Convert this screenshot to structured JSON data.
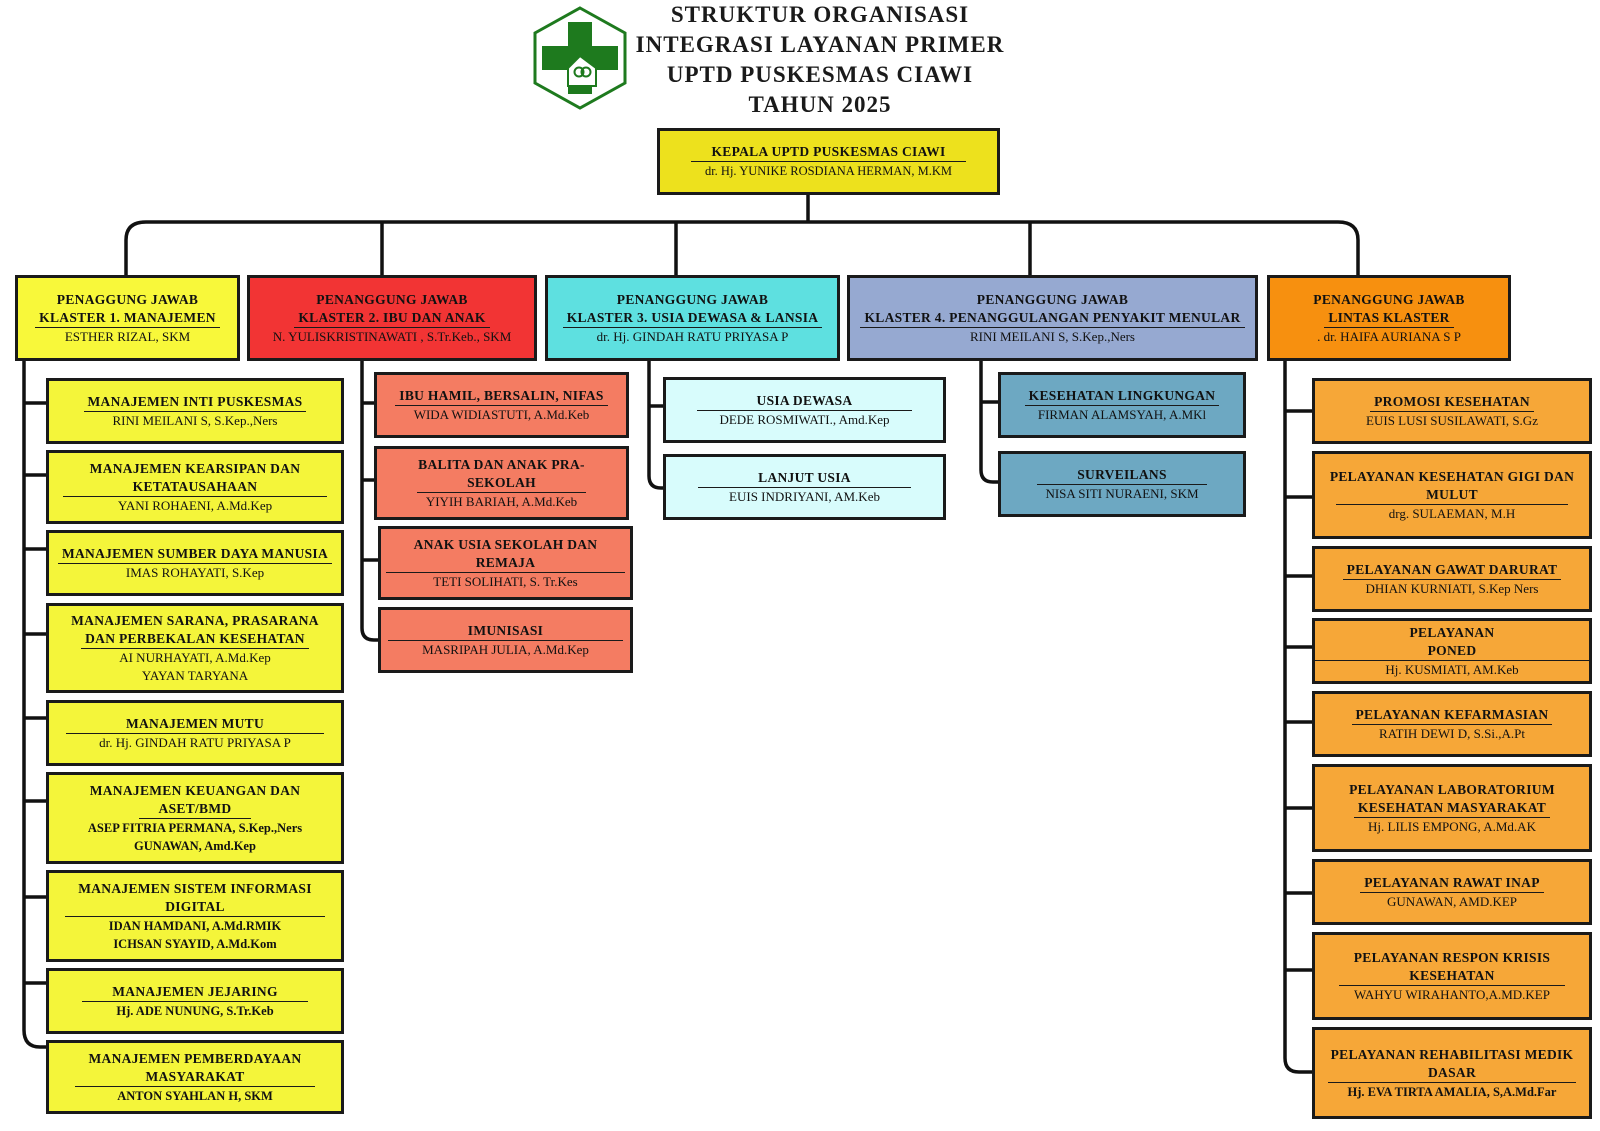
{
  "title": {
    "line1": "STRUKTUR ORGANISASI",
    "line2": "INTEGRASI LAYANAN PRIMER",
    "line3": "UPTD PUSKESMAS CIAWI",
    "line4": "TAHUN 2025"
  },
  "colors": {
    "head": "#ede11d",
    "klaster1": "#f8f83a",
    "klaster2": "#f23434",
    "klaster2_units": "#f47c62",
    "klaster3": "#5ee0e0",
    "klaster3_units": "#d8fcfc",
    "klaster4": "#96a9d1",
    "klaster4_units": "#6da8c2",
    "lintas": "#f7900f",
    "lintas_units": "#f6a738",
    "logo_green": "#1e7a1e"
  },
  "head": {
    "title": "KEPALA UPTD PUSKESMAS CIAWI",
    "name": "dr. Hj. YUNIKE ROSDIANA HERMAN, M.KM"
  },
  "klaster1": {
    "l1": "PENAGGUNG JAWAB",
    "l2": "KLASTER 1. MANAJEMEN",
    "name": "ESTHER RIZAL, SKM",
    "units": [
      {
        "t1": "MANAJEMEN INTI PUSKESMAS",
        "n1": "RINI MEILANI S, S.Kep.,Ners"
      },
      {
        "t1": "MANAJEMEN KEARSIPAN DAN",
        "t2": "KETATAUSAHAAN",
        "n1": "YANI ROHAENI, A.Md.Kep"
      },
      {
        "t1": "MANAJEMEN SUMBER DAYA MANUSIA",
        "n1": "IMAS ROHAYATI, S.Kep"
      },
      {
        "t1": "MANAJEMEN SARANA, PRASARANA",
        "t2": "DAN PERBEKALAN KESEHATAN",
        "n1": "AI NURHAYATI, A.Md.Kep",
        "n2": "YAYAN TARYANA"
      },
      {
        "t1": "MANAJEMEN MUTU",
        "n1": "dr. Hj. GINDAH RATU PRIYASA P"
      },
      {
        "t1": "MANAJEMEN KEUANGAN DAN",
        "t2": "ASET/BMD",
        "n1": "ASEP FITRIA PERMANA, S.Kep.,Ners",
        "n2": "GUNAWAN, Amd.Kep"
      },
      {
        "t1": "MANAJEMEN SISTEM INFORMASI",
        "t2": "DIGITAL",
        "n1": "IDAN HAMDANI, A.Md.RMIK",
        "n2": "ICHSAN SYAYID, A.Md.Kom"
      },
      {
        "t1": "MANAJEMEN JEJARING",
        "n1": "Hj. ADE NUNUNG, S.Tr.Keb"
      },
      {
        "t1": "MANAJEMEN PEMBERDAYAAN",
        "t2": "MASYARAKAT",
        "n1": "ANTON SYAHLAN H, SKM"
      }
    ]
  },
  "klaster2": {
    "l1": "PENANGGUNG JAWAB",
    "l2": "KLASTER 2. IBU DAN ANAK",
    "name": "N. YULISKRISTINAWATI , S.Tr.Keb., SKM",
    "units": [
      {
        "t1": "IBU HAMIL, BERSALIN, NIFAS",
        "n1": "WIDA WIDIASTUTI, A.Md.Keb"
      },
      {
        "t1": "BALITA DAN ANAK PRA-",
        "t2": "SEKOLAH",
        "n1": "YIYIH BARIAH, A.Md.Keb"
      },
      {
        "t1": "ANAK USIA SEKOLAH DAN",
        "t2": "REMAJA",
        "n1": "TETI SOLIHATI, S. Tr.Kes"
      },
      {
        "t1": "IMUNISASI",
        "n1": "MASRIPAH JULIA, A.Md.Kep"
      }
    ]
  },
  "klaster3": {
    "l1": "PENANGGUNG JAWAB",
    "l2": "KLASTER 3. USIA DEWASA & LANSIA",
    "name": "dr. Hj. GINDAH RATU PRIYASA P",
    "units": [
      {
        "t1": "USIA DEWASA",
        "n1": "DEDE ROSMIWATI., Amd.Kep"
      },
      {
        "t1": "LANJUT USIA",
        "n1": "EUIS INDRIYANI, AM.Keb"
      }
    ]
  },
  "klaster4": {
    "l1": "PENANGGUNG JAWAB",
    "l2": "KLASTER 4. PENANGGULANGAN PENYAKIT MENULAR",
    "name": "RINI MEILANI S, S.Kep.,Ners",
    "units": [
      {
        "t1": "KESEHATAN LINGKUNGAN",
        "n1": "FIRMAN ALAMSYAH, A.MKl"
      },
      {
        "t1": "SURVEILANS",
        "n1": "NISA SITI NURAENI, SKM"
      }
    ]
  },
  "lintas": {
    "l1": "PENANGGUNG JAWAB",
    "l2": "LINTAS KLASTER",
    "name": ". dr. HAIFA AURIANA S P",
    "units": [
      {
        "t1": "PROMOSI KESEHATAN",
        "n1": "EUIS LUSI SUSILAWATI, S.Gz"
      },
      {
        "t1": "PELAYANAN KESEHATAN GIGI DAN",
        "t2": "MULUT",
        "n1": "drg. SULAEMAN, M.H"
      },
      {
        "t1": "PELAYANAN GAWAT DARURAT",
        "n1": "DHIAN KURNIATI, S.Kep Ners"
      },
      {
        "t1": "PELAYANAN PONED",
        "n1": "Hj. KUSMIATI, AM.Keb"
      },
      {
        "t1": "PELAYANAN KEFARMASIAN",
        "n1": "RATIH DEWI D, S.Si.,A.Pt"
      },
      {
        "t1": "PELAYANAN LABORATORIUM",
        "t2": "KESEHATAN MASYARAKAT",
        "n1": "Hj. LILIS EMPONG, A.Md.AK"
      },
      {
        "t1": "PELAYANAN RAWAT INAP",
        "n1": "GUNAWAN, AMD.KEP"
      },
      {
        "t1": "PELAYANAN RESPON KRISIS",
        "t2": "KESEHATAN",
        "n1": "WAHYU WIRAHANTO,A.MD.KEP"
      },
      {
        "t1": "PELAYANAN REHABILITASI MEDIK",
        "t2": "DASAR",
        "n1": "Hj. EVA TIRTA AMALIA, S,A.Md.Far"
      }
    ]
  }
}
